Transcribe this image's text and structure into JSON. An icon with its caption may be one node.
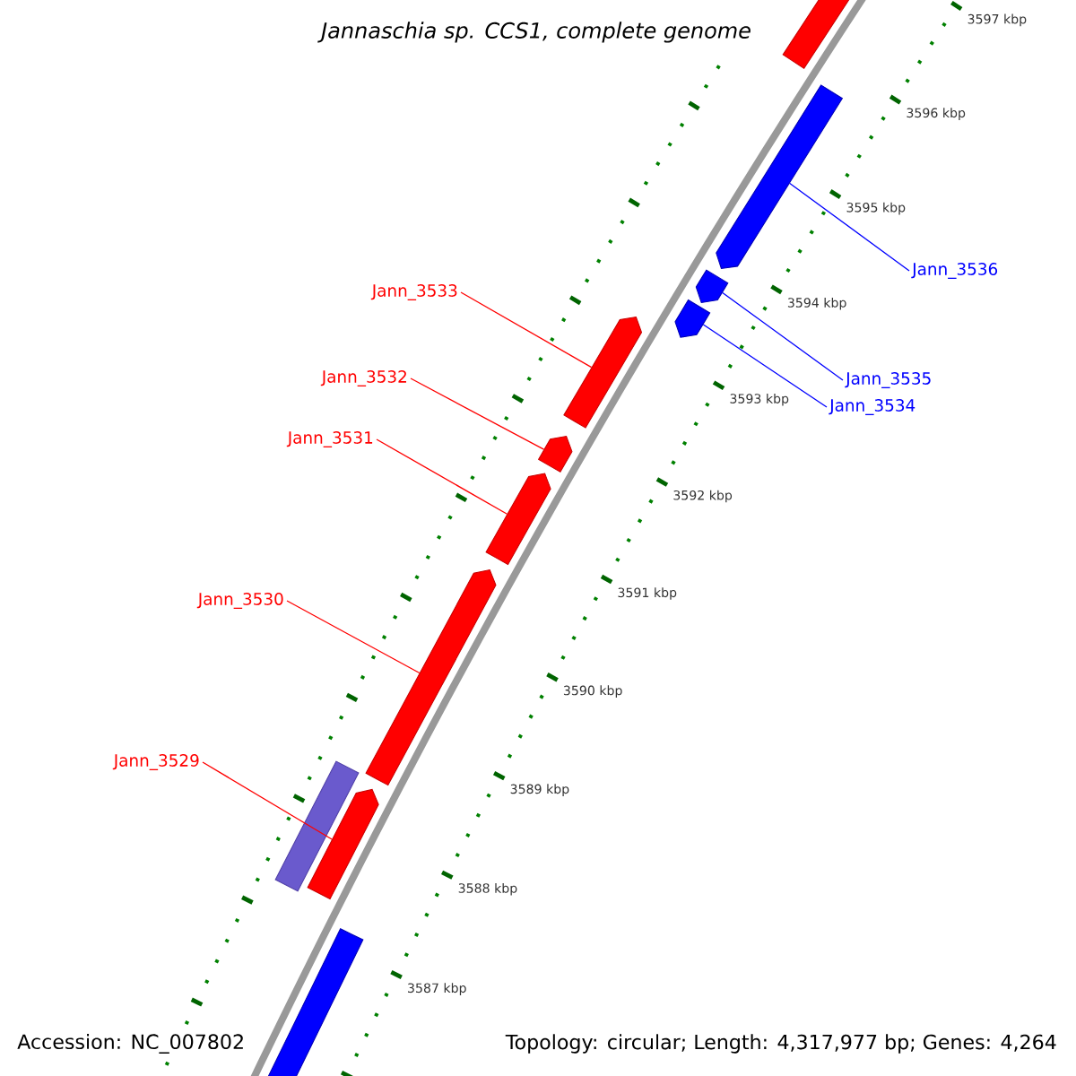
{
  "diagram": {
    "title": "Jannaschia sp. CCS1, complete genome",
    "nodes": [
      {
        "text": [],
        "shape": "arrow"
      },
      {
        "text": [],
        "shape": "arrow"
      },
      {
        "text": [
          "Jann_3536"
        ]
      },
      {
        "text": [
          "Jann_3533"
        ]
      },
      {
        "text": [],
        "shape": "arrow"
      },
      {
        "text": [],
        "shape": "arrow"
      },
      {
        "text": [],
        "shape": "arrow"
      },
      {
        "text": [
          "Jann_3532"
        ]
      },
      {
        "text": [
          "Jann_3535"
        ]
      },
      {
        "text": [
          "Jann_3534"
        ]
      },
      {
        "text": [
          "Jann_3531"
        ]
      },
      {
        "text": [],
        "shape": "arrow"
      },
      {
        "text": [],
        "shape": "arrow"
      },
      {
        "text": [
          "Jann_3530"
        ]
      },
      {
        "text": [],
        "shape": "arrow"
      },
      {
        "text": [
          "Jann_3529"
        ]
      },
      {
        "text": [],
        "shape": "box"
      },
      {
        "text": [],
        "shape": "arrow"
      },
      {
        "text": [],
        "shape": "arrow"
      }
    ],
    "edges": [
      {
        "from": 2,
        "to": 1,
        "arrow": "none",
        "color": "#0000ff"
      },
      {
        "from": 3,
        "to": 6,
        "arrow": "none"
      },
      {
        "from": 7,
        "to": 11,
        "arrow": "none"
      },
      {
        "from": 8,
        "to": 4,
        "arrow": "none",
        "color": "#0000ff"
      },
      {
        "from": 9,
        "to": 5,
        "arrow": "none",
        "color": "#0000ff"
      },
      {
        "from": 10,
        "to": 12,
        "arrow": "none"
      },
      {
        "from": 13,
        "to": 14,
        "arrow": "none"
      },
      {
        "from": 15,
        "to": 17,
        "arrow": "none"
      }
    ],
    "labels": [
      "3597 kbp",
      "3596 kbp",
      "3595 kbp",
      "3594 kbp",
      "3593 kbp",
      "3592 kbp",
      "3591 kbp",
      "3590 kbp",
      "3589 kbp",
      "3588 kbp",
      "3587 kbp",
      "Accession: NC_007802",
      "Topology: circular; Length: 4,317,977 bp; Genes: 4,264"
    ]
  }
}
